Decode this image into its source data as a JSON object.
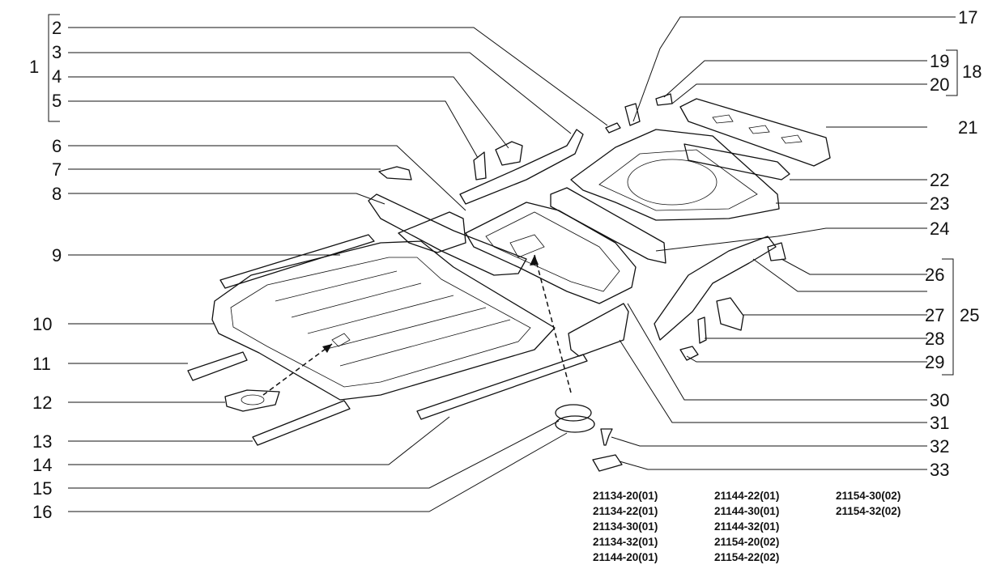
{
  "callouts": [
    {
      "id": "1",
      "label": "1"
    },
    {
      "id": "2",
      "label": "2"
    },
    {
      "id": "3",
      "label": "3"
    },
    {
      "id": "4",
      "label": "4"
    },
    {
      "id": "5",
      "label": "5"
    },
    {
      "id": "6",
      "label": "6"
    },
    {
      "id": "7",
      "label": "7"
    },
    {
      "id": "8",
      "label": "8"
    },
    {
      "id": "9",
      "label": "9"
    },
    {
      "id": "10",
      "label": "10"
    },
    {
      "id": "11",
      "label": "11"
    },
    {
      "id": "12",
      "label": "12"
    },
    {
      "id": "13",
      "label": "13"
    },
    {
      "id": "14",
      "label": "14"
    },
    {
      "id": "15",
      "label": "15"
    },
    {
      "id": "16",
      "label": "16"
    },
    {
      "id": "17",
      "label": "17"
    },
    {
      "id": "18",
      "label": "18"
    },
    {
      "id": "19",
      "label": "19"
    },
    {
      "id": "20",
      "label": "20"
    },
    {
      "id": "21",
      "label": "21"
    },
    {
      "id": "22",
      "label": "22"
    },
    {
      "id": "23",
      "label": "23"
    },
    {
      "id": "24",
      "label": "24"
    },
    {
      "id": "25",
      "label": "25"
    },
    {
      "id": "26",
      "label": "26"
    },
    {
      "id": "27",
      "label": "27"
    },
    {
      "id": "28",
      "label": "28"
    },
    {
      "id": "29",
      "label": "29"
    },
    {
      "id": "30",
      "label": "30"
    },
    {
      "id": "31",
      "label": "31"
    },
    {
      "id": "32",
      "label": "32"
    },
    {
      "id": "33",
      "label": "33"
    }
  ],
  "models": [
    "21134-20(01)",
    "21144-22(01)",
    "21154-30(02)",
    "21134-22(01)",
    "21144-30(01)",
    "21154-32(02)",
    "21134-30(01)",
    "21144-32(01)",
    "",
    "21134-32(01)",
    "21154-20(02)",
    "",
    "21144-20(01)",
    "21154-22(02)",
    ""
  ]
}
